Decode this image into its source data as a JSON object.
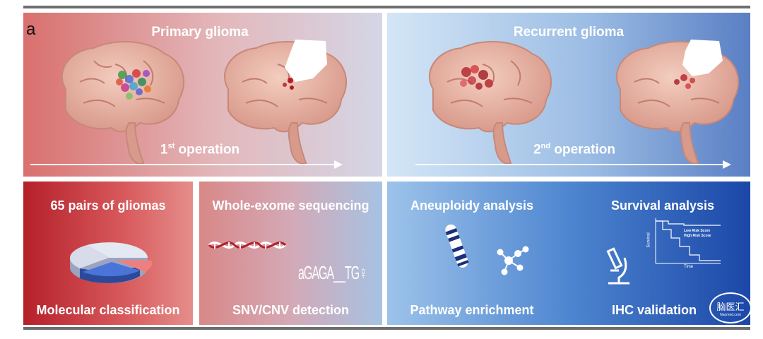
{
  "panel_letter": "a",
  "top": {
    "primary": {
      "title": "Primary glioma",
      "operation_num": "1",
      "operation_sup": "st",
      "operation_text": " operation"
    },
    "recurrent": {
      "title": "Recurrent glioma",
      "operation_num": "2",
      "operation_sup": "nd",
      "operation_text": " operation"
    }
  },
  "bottom": {
    "gliomas": {
      "title": "65 pairs of gliomas",
      "caption": "Molecular classification"
    },
    "wes": {
      "title": "Whole-exome sequencing",
      "caption": "SNV/CNV detection",
      "motif": "aGAGA__TG♀"
    },
    "aneuploidy": {
      "title": "Aneuploidy analysis",
      "caption": "Pathway enrichment"
    },
    "survival": {
      "title": "Survival analysis",
      "caption": "IHC validation",
      "legend": [
        "Low Risk Score",
        "High Risk Score"
      ],
      "xlabel": "Time",
      "ylabel": "Survival"
    }
  },
  "watermark": {
    "text": "脑医汇",
    "sub": "Naomed.com"
  },
  "colors": {
    "red": "#c0262b",
    "blue": "#1b47a8",
    "light": "#dce6f2"
  }
}
